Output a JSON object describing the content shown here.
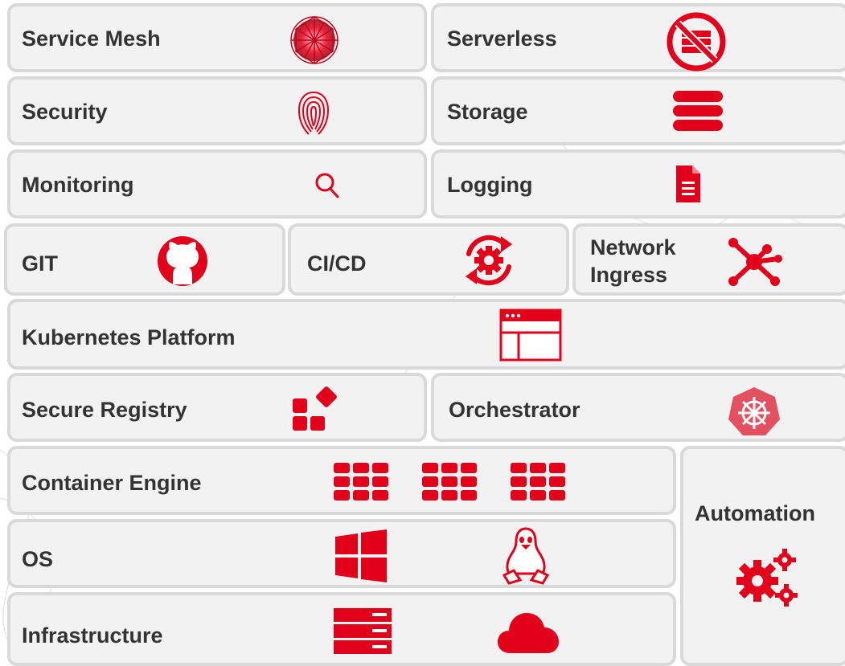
{
  "colors": {
    "accent": "#e3001b",
    "tile_bg": "#f2f2f2",
    "tile_border": "#d9d9d9",
    "text": "#333333"
  },
  "tiles": {
    "service_mesh": {
      "label": "Service Mesh",
      "icon": "mesh-sphere-icon"
    },
    "serverless": {
      "label": "Serverless",
      "icon": "no-server-icon"
    },
    "security": {
      "label": "Security",
      "icon": "fingerprint-icon"
    },
    "storage": {
      "label": "Storage",
      "icon": "database-icon"
    },
    "monitoring": {
      "label": "Monitoring",
      "icon": "magnifier-icon"
    },
    "logging": {
      "label": "Logging",
      "icon": "document-icon"
    },
    "git": {
      "label": "GIT",
      "icon": "github-icon"
    },
    "cicd": {
      "label": "CI/CD",
      "icon": "cycle-gear-icon"
    },
    "network_ingress": {
      "label_line1": "Network",
      "label_line2": "Ingress",
      "icon": "network-hub-icon"
    },
    "kubernetes_platform": {
      "label": "Kubernetes Platform",
      "icon": "browser-window-icon"
    },
    "secure_registry": {
      "label": "Secure Registry",
      "icon": "registry-blocks-icon"
    },
    "orchestrator": {
      "label": "Orchestrator",
      "icon": "kubernetes-helm-icon"
    },
    "container_engine": {
      "label": "Container Engine",
      "icon": "container-grid-icon"
    },
    "os": {
      "label": "OS",
      "icons": [
        "windows-icon",
        "linux-tux-icon"
      ]
    },
    "infrastructure": {
      "label": "Infrastructure",
      "icons": [
        "server-rack-icon",
        "cloud-icon"
      ]
    },
    "automation": {
      "label": "Automation",
      "icon": "gears-icon"
    }
  }
}
